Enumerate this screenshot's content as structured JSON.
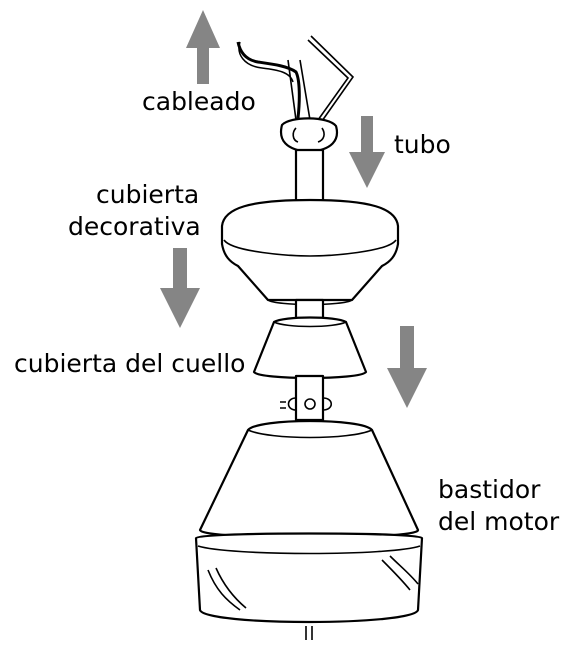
{
  "diagram": {
    "labels": {
      "wiring": "cableado",
      "downrod": "tubo",
      "canopy_line1": "cubierta",
      "canopy_line2": "decorativa",
      "collar_cover": "cubierta del cuello",
      "motor_line1": "bastidor",
      "motor_line2": "del motor"
    },
    "arrows": [
      {
        "id": "wiring",
        "direction": "up"
      },
      {
        "id": "downrod",
        "direction": "down"
      },
      {
        "id": "canopy",
        "direction": "down"
      },
      {
        "id": "collar",
        "direction": "down"
      }
    ],
    "colors": {
      "arrow": "#858585",
      "line": "#000000",
      "fill": "#ffffff"
    }
  }
}
